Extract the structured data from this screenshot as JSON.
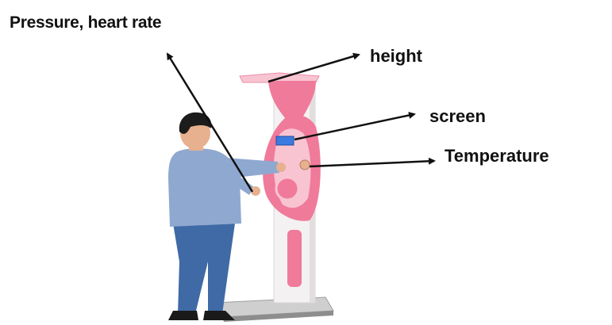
{
  "labels": {
    "pressure_heart_rate": "Pressure, heart rate",
    "height": "height",
    "screen": "screen",
    "temperature": "Temperature"
  },
  "colors": {
    "machine_pink": "#f07a9a",
    "machine_light_pink": "#f8c4d2",
    "column_white": "#f3f1f1",
    "shirt": "#8fa8d0",
    "jeans": "#3f6aa6",
    "hair": "#1c1c1c",
    "skin": "#e7b08e",
    "screen_blue": "#3b7be0",
    "arrow": "#111111"
  }
}
